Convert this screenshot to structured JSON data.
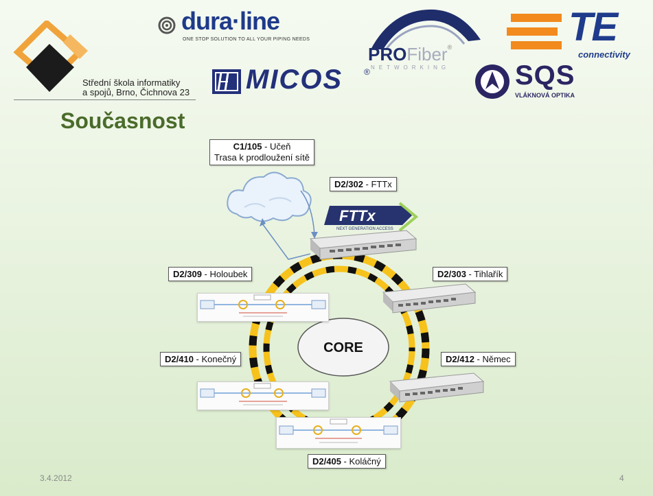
{
  "school": {
    "line1": "Střední škola informatiky",
    "line2": "a spojů, Brno, Čichnova 23"
  },
  "logos": {
    "duraline": {
      "name": "dura·line",
      "tagline": "ONE STOP SOLUTION TO ALL YOUR PIPING NEEDS"
    },
    "micos": {
      "name": "MICOS",
      "mark": "®"
    },
    "profiber": {
      "pro": "PRO",
      "fiber": "Fiber",
      "reg": "®",
      "sub": "NETWORKING"
    },
    "te": {
      "name": "TE",
      "sub": "connectivity"
    },
    "sqs": {
      "name": "SQS",
      "sub": "VLÁKNOVÁ OPTIKA"
    },
    "fttx": {
      "name": "FTTx",
      "sub": "NEXT GENERATION ACCESS"
    }
  },
  "title": "Současnost",
  "nodes": {
    "c1": {
      "code": "C1/105",
      "name": " - Učeň",
      "line2": "Trasa k prodloužení sítě"
    },
    "d2_302": {
      "code": "D2/302",
      "name": " - FTTx"
    },
    "d2_309": {
      "code": "D2/309",
      "name": " - Holoubek"
    },
    "d2_303": {
      "code": "D2/303",
      "name": " - Tihlařík"
    },
    "d2_410": {
      "code": "D2/410",
      "name": " - Konečný"
    },
    "d2_412": {
      "code": "D2/412",
      "name": " - Němec"
    },
    "d2_405": {
      "code": "D2/405",
      "name": " - Koláčný"
    }
  },
  "core_label": "CORE",
  "footer": {
    "date": "3.4.2012",
    "page": "4"
  },
  "colors": {
    "title": "#4a6b2a",
    "ring_yellow": "#f6c21b",
    "ring_black": "#111111",
    "school_orange": "#f0a33a"
  }
}
